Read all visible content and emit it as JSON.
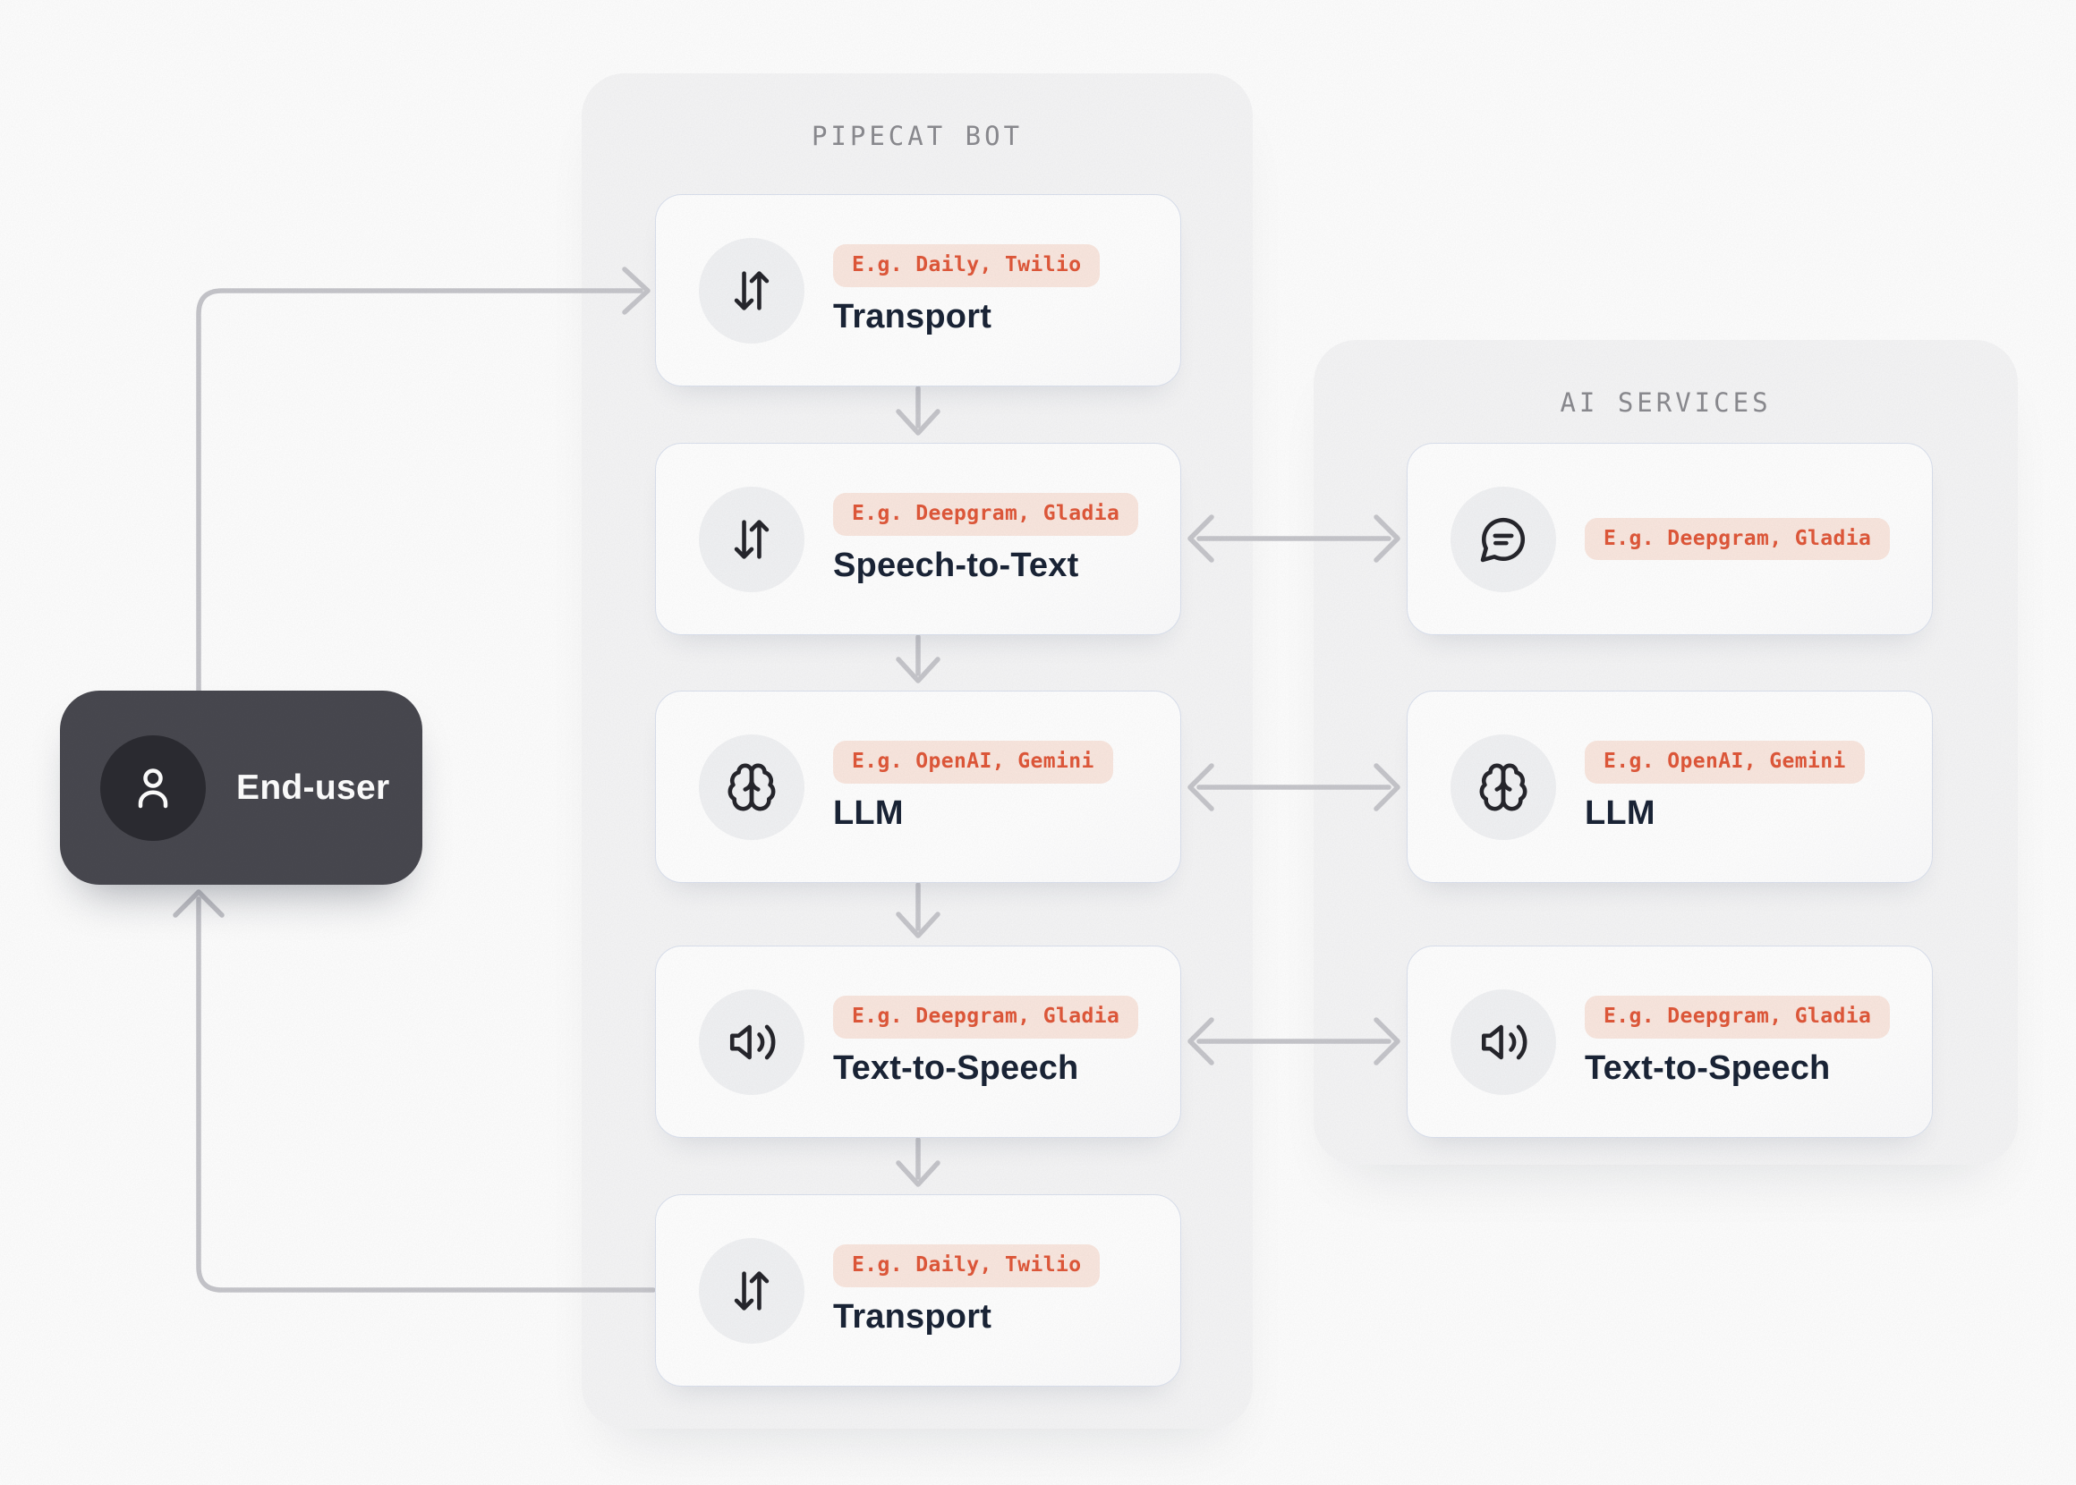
{
  "colors": {
    "page_bg": "#fefefe",
    "panel_bg": "#f5f5f6",
    "card_bg": "#ffffff",
    "card_border": "#dbe1ee",
    "icon_circle_bg": "#f1f2f4",
    "icon_stroke": "#26262c",
    "badge_bg": "#fae7df",
    "badge_text": "#e0583a",
    "title_text": "#1a2436",
    "heading_text": "#8b8b90",
    "arrow": "#c6c6cb",
    "end_user_bg": "#48484f",
    "end_user_circle_bg": "#2b2b31",
    "end_user_text": "#ffffff"
  },
  "end_user": {
    "label": "End-user"
  },
  "pipecat_panel": {
    "title": "PIPECAT BOT",
    "cards": [
      {
        "icon": "arrows-down-up",
        "badge": "E.g. Daily, Twilio",
        "title": "Transport"
      },
      {
        "icon": "arrows-down-up",
        "badge": "E.g. Deepgram, Gladia",
        "title": "Speech-to-Text"
      },
      {
        "icon": "brain",
        "badge": "E.g. OpenAI, Gemini",
        "title": "LLM"
      },
      {
        "icon": "speaker",
        "badge": "E.g. Deepgram, Gladia",
        "title": "Text-to-Speech"
      },
      {
        "icon": "arrows-down-up",
        "badge": "E.g. Daily, Twilio",
        "title": "Transport"
      }
    ]
  },
  "ai_panel": {
    "title": "AI SERVICES",
    "cards": [
      {
        "icon": "speech-bubble",
        "badge": "E.g. Deepgram, Gladia"
      },
      {
        "icon": "brain",
        "badge": "E.g. OpenAI, Gemini",
        "title": "LLM"
      },
      {
        "icon": "speaker",
        "badge": "E.g. Deepgram, Gladia",
        "title": "Text-to-Speech"
      }
    ]
  }
}
